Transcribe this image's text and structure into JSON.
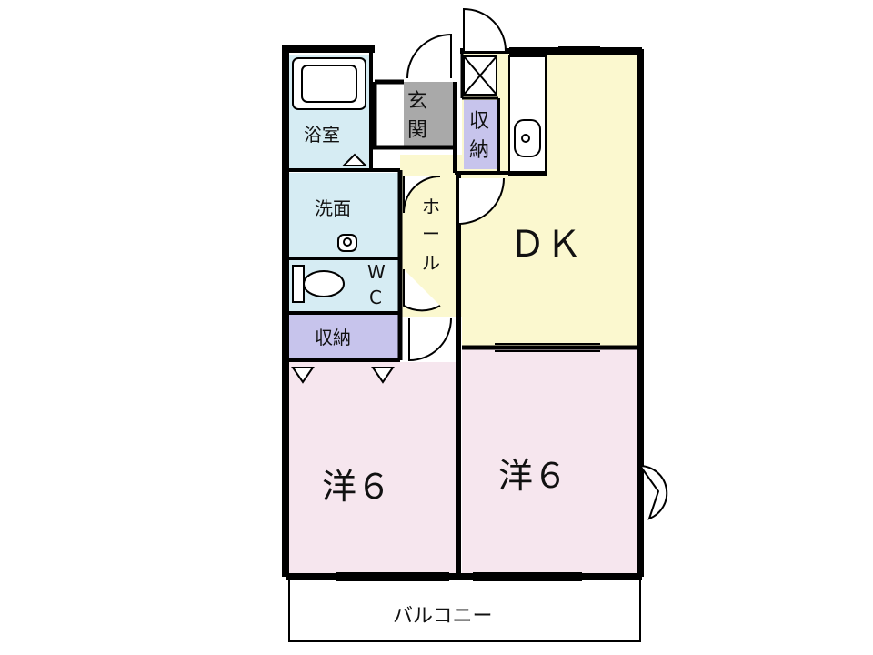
{
  "colors": {
    "wall": "#000000",
    "bath": "#d6ecf3",
    "closet": "#c7c4ec",
    "dk": "#fbf8cf",
    "bedroom": "#f6e6ee",
    "entrance": "#a9a9a9",
    "balcony": "#ffffff"
  },
  "rooms": {
    "bath": "浴室",
    "washroom": "洗面",
    "wc": [
      "W",
      "C"
    ],
    "closet_left": "収納",
    "entrance": [
      "玄",
      "関"
    ],
    "closet_entrance": [
      "収",
      "納"
    ],
    "hall": [
      "ホ",
      "ー",
      "ル"
    ],
    "dk": "ＤＫ",
    "bedroom_left": "洋６",
    "bedroom_right": "洋６",
    "balcony": "バルコニー"
  }
}
